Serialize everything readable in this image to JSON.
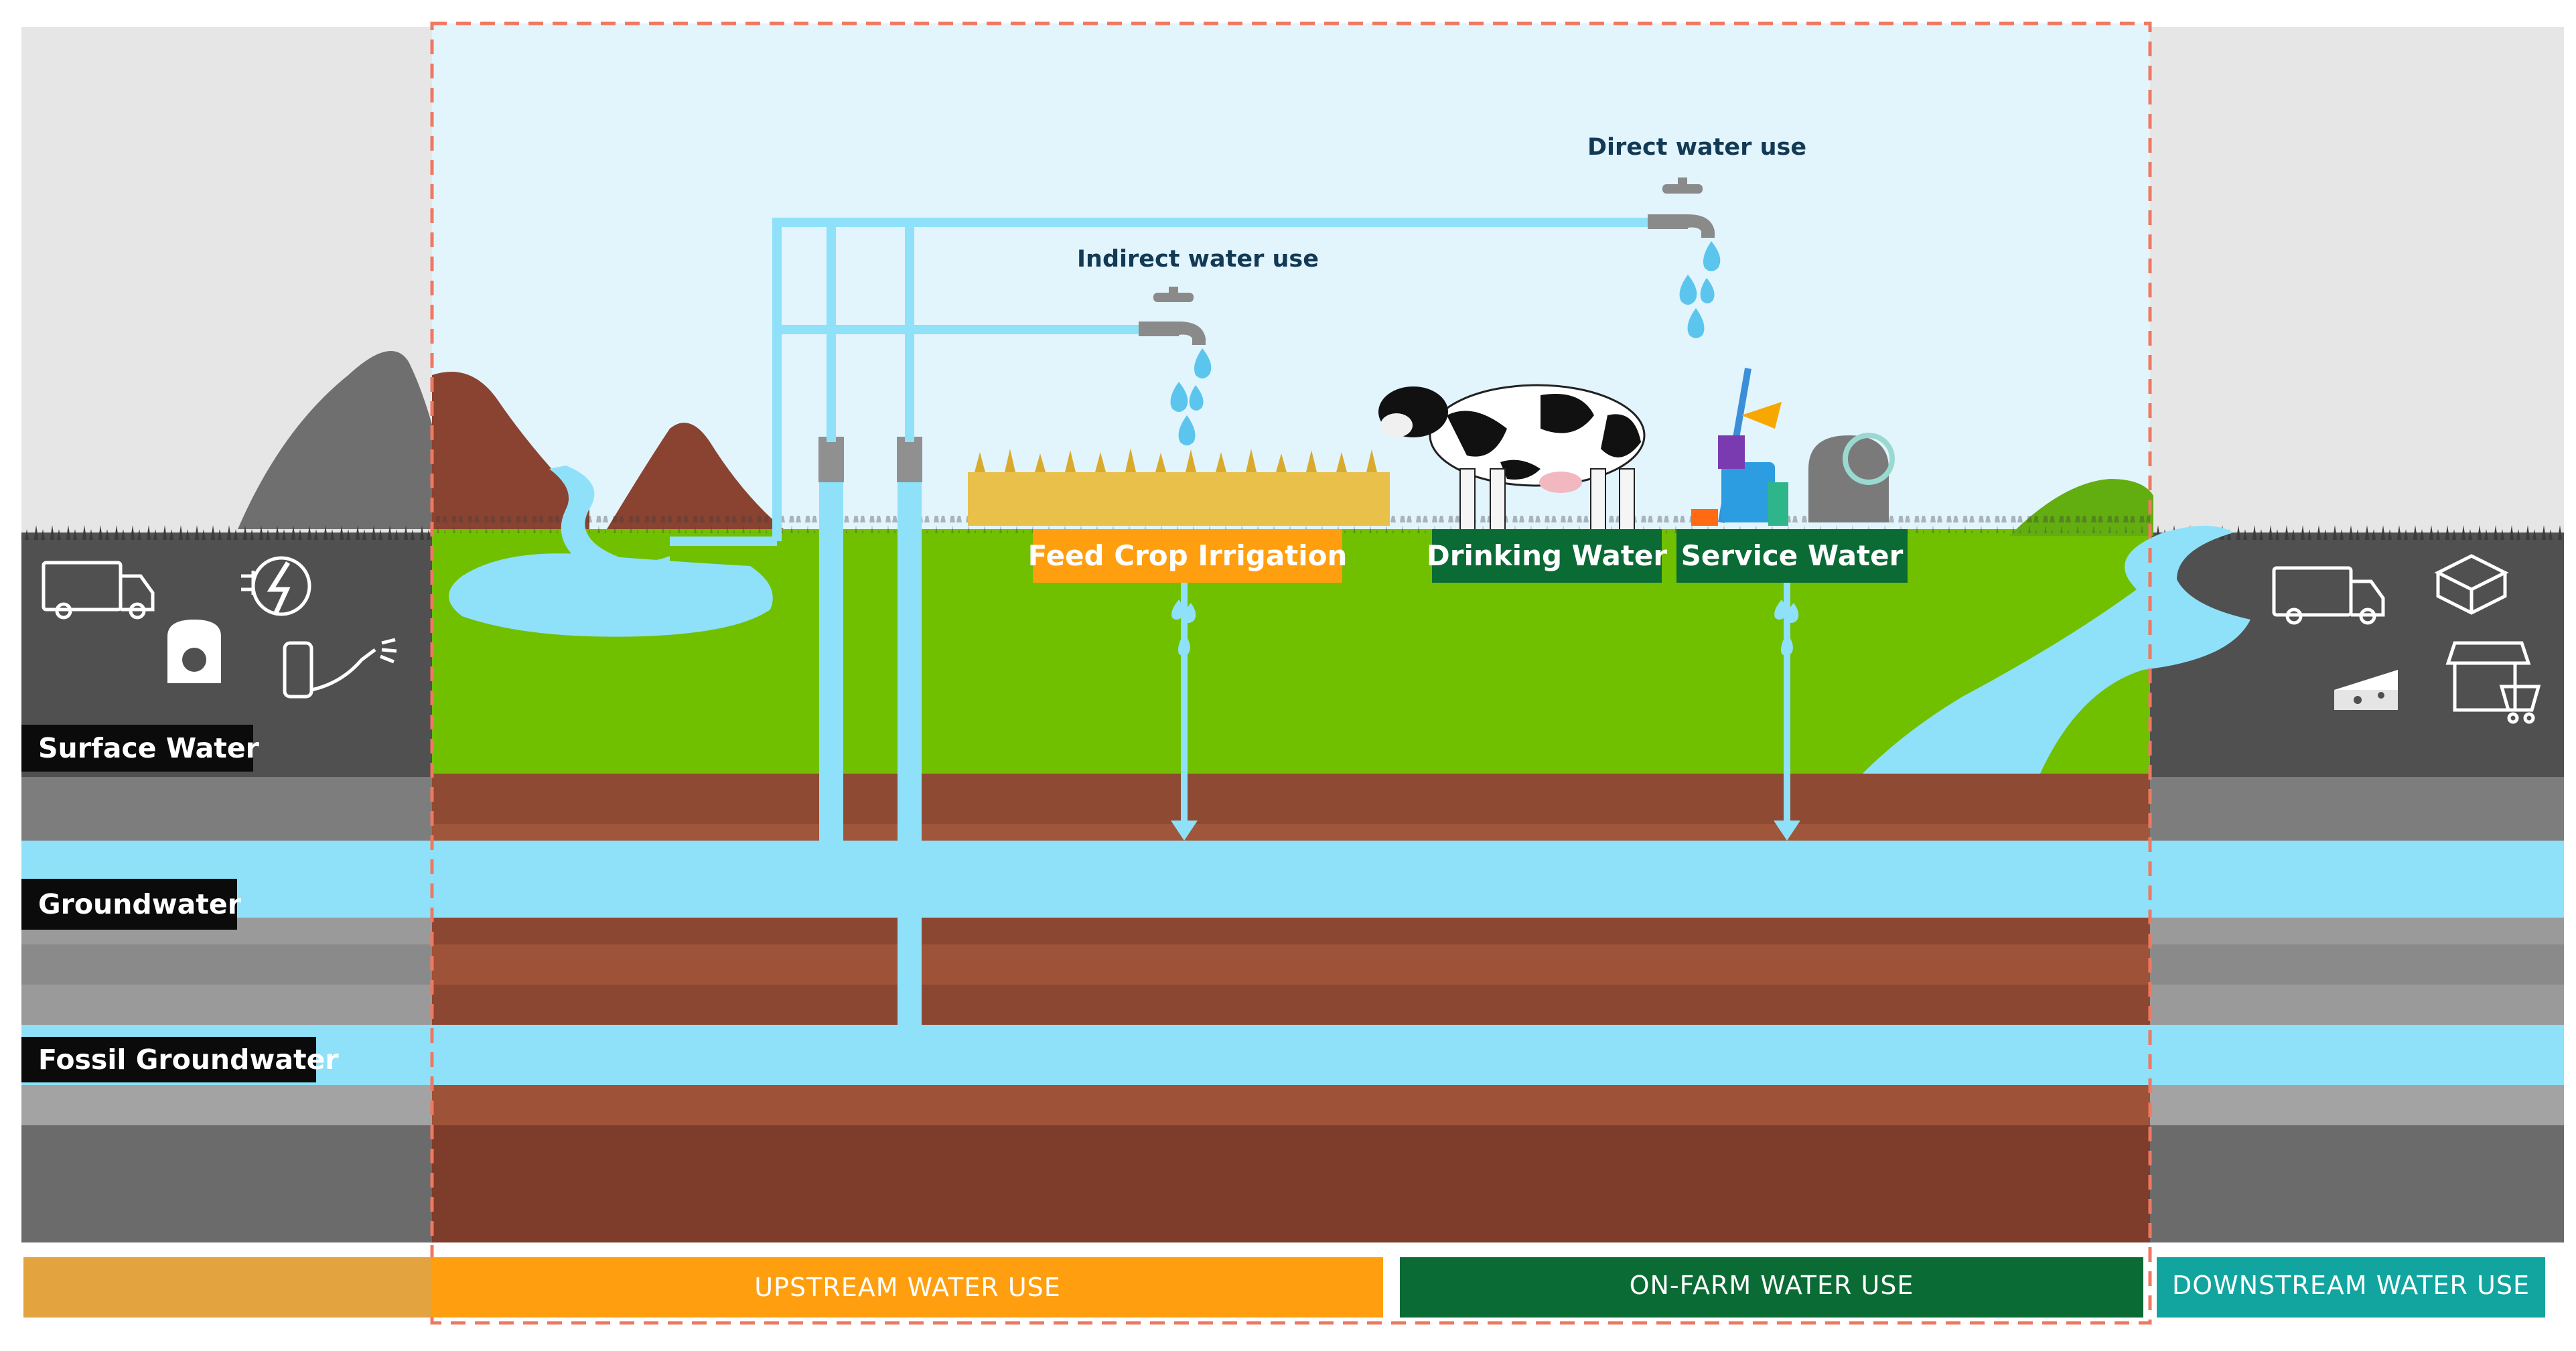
{
  "layers": {
    "surface": "Surface Water",
    "groundwater": "Groundwater",
    "fossil": "Fossil Groundwater"
  },
  "taps": {
    "indirect": "Indirect water use",
    "direct": "Direct water use"
  },
  "uses": {
    "feed": "Feed Crop Irrigation",
    "drinking": "Drinking Water",
    "service": "Service Water"
  },
  "stages": {
    "upstream": "UPSTREAM WATER USE",
    "onfarm": "ON-FARM WATER USE",
    "downstream": "DOWNSTREAM WATER USE"
  },
  "colors": {
    "water": "#8ee1f8",
    "grass": "#70c000",
    "soil": "#8c4a33",
    "upstream": "#ff9f0f",
    "onfarm": "#0b6b35",
    "downstream": "#12a5a0",
    "boundary": "#f07860"
  },
  "icons": [
    "truck-icon",
    "electricity-icon",
    "feed-sack-icon",
    "sprayer-icon",
    "box-icon",
    "cheese-icon",
    "shop-icon"
  ]
}
